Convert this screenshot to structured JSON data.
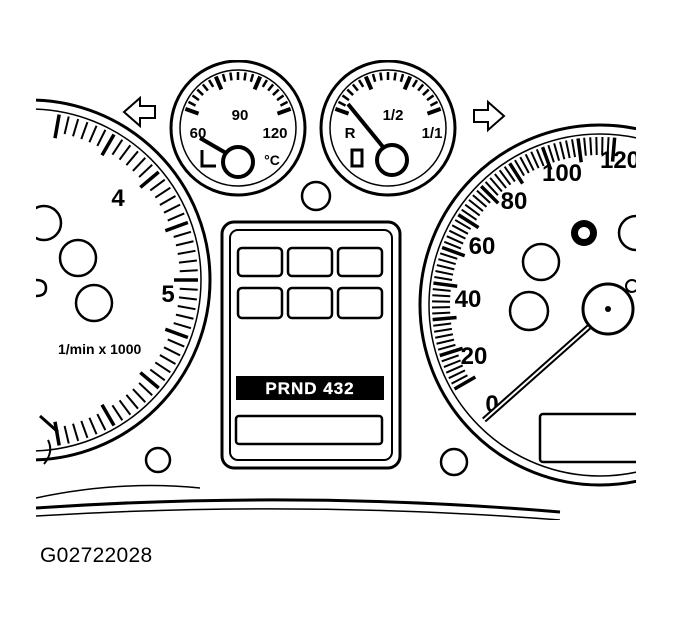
{
  "tachometer": {
    "labels": [
      "4",
      "5"
    ],
    "unit": "1/min x 1000"
  },
  "temperature_gauge": {
    "labels": [
      "60",
      "90",
      "120"
    ],
    "unit": "°C"
  },
  "fuel_gauge": {
    "labels": [
      "R",
      "1/2",
      "1/1"
    ]
  },
  "speedometer": {
    "labels": [
      "0",
      "20",
      "40",
      "60",
      "80",
      "100",
      "120"
    ]
  },
  "gear_indicator": {
    "text": "PRND 432"
  },
  "figure_id": "G02722028"
}
